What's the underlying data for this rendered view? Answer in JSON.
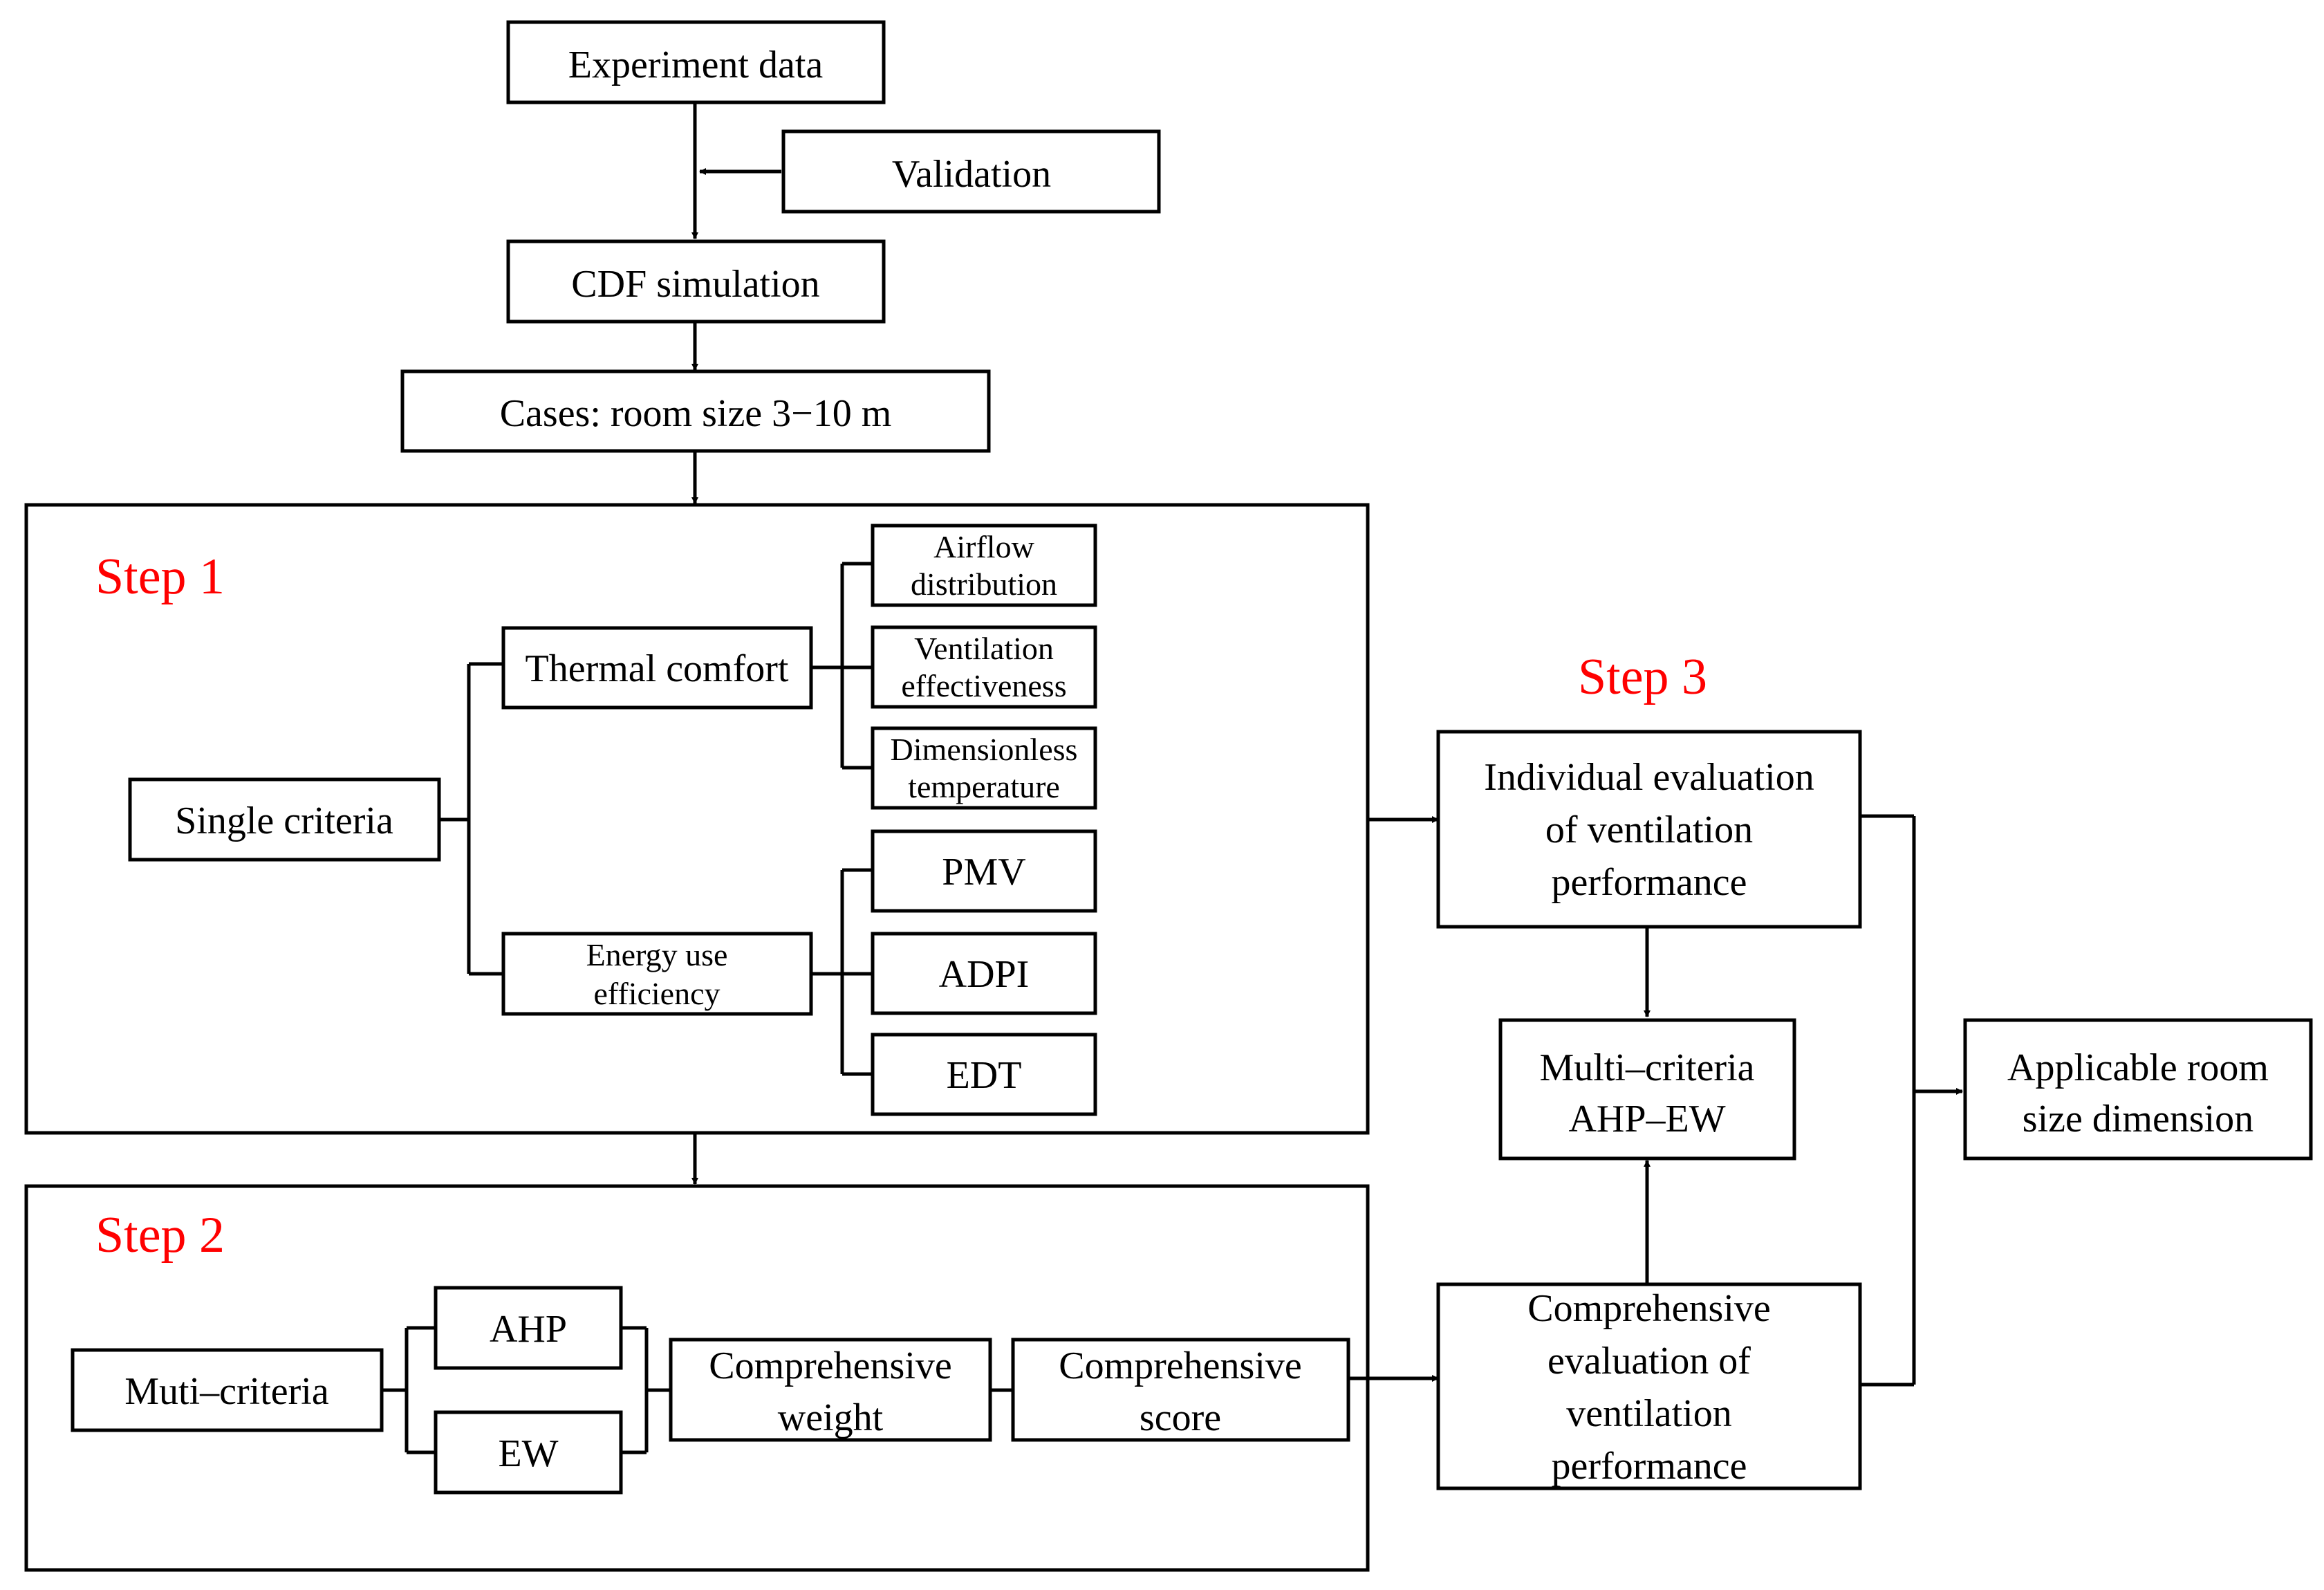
{
  "colors": {
    "step_label": "#ff0000",
    "stroke": "#000000",
    "background": "#ffffff"
  },
  "top": {
    "experiment_data": "Experiment data",
    "validation": "Validation",
    "cdf_simulation": "CDF simulation",
    "cases": "Cases: room size 3−10 m"
  },
  "step1": {
    "label": "Step 1",
    "single_criteria": "Single criteria",
    "thermal_comfort": "Thermal comfort",
    "energy_line1": "Energy use",
    "energy_line2": "efficiency",
    "airflow_line1": "Airflow",
    "airflow_line2": "distribution",
    "ventilation_line1": "Ventilation",
    "ventilation_line2": "effectiveness",
    "dimensionless_line1": "Dimensionless",
    "dimensionless_line2": "temperature",
    "pmv": "PMV",
    "adpi": "ADPI",
    "edt": "EDT"
  },
  "step2": {
    "label": "Step 2",
    "muti_criteria": "Muti–criteria",
    "ahp": "AHP",
    "ew": "EW",
    "weight_line1": "Comprehensive",
    "weight_line2": "weight",
    "score_line1": "Comprehensive",
    "score_line2": "score"
  },
  "step3": {
    "label": "Step 3",
    "individual_line1": "Individual evaluation",
    "individual_line2": "of ventilation",
    "individual_line3": "performance",
    "multi_line1": "Multi–criteria",
    "multi_line2": "AHP–EW",
    "comp_line1": "Comprehensive",
    "comp_line2": "evaluation of",
    "comp_line3": "ventilation",
    "comp_line4": "performance",
    "applicable_line1": "Applicable room",
    "applicable_line2": "size dimension"
  }
}
